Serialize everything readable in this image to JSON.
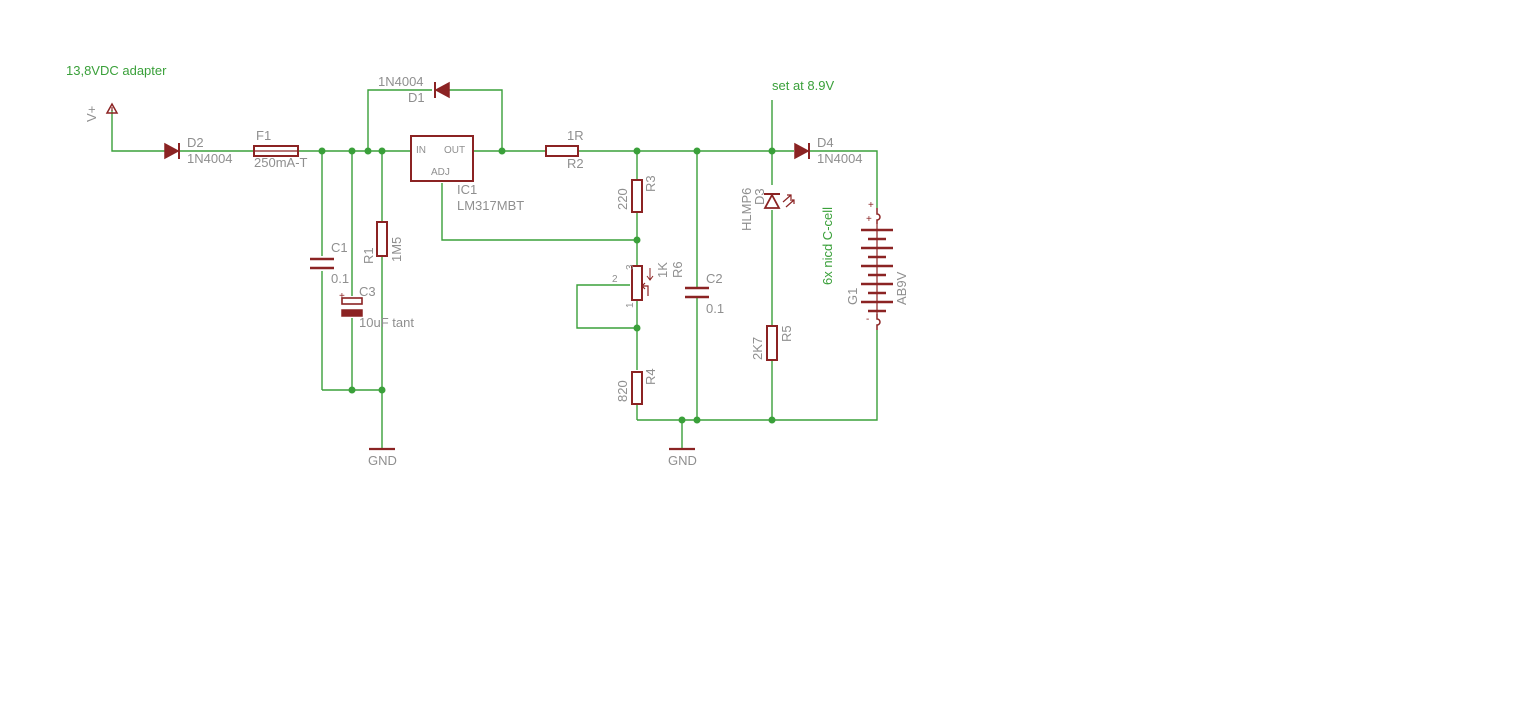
{
  "notes": {
    "adapter": "13,8VDC adapter",
    "set_voltage": "set at 8.9V",
    "battery_desc": "6x nicd C-cell"
  },
  "supply": {
    "name": "V+"
  },
  "components": {
    "d2": {
      "name": "D2",
      "value": "1N4004"
    },
    "f1": {
      "name": "F1",
      "value": "250mA-T"
    },
    "d1": {
      "name": "D1",
      "value": "1N4004"
    },
    "ic1": {
      "name": "IC1",
      "value": "LM317MBT",
      "pin_in": "IN",
      "pin_out": "OUT",
      "pin_adj": "ADJ"
    },
    "r2": {
      "name": "R2",
      "value": "1R"
    },
    "r3": {
      "name": "R3",
      "value": "220"
    },
    "r6": {
      "name": "R6",
      "value": "1K",
      "pin1": "1",
      "pin2": "2",
      "pin3": "3"
    },
    "r4": {
      "name": "R4",
      "value": "820"
    },
    "c1": {
      "name": "C1",
      "value": "0.1"
    },
    "c2": {
      "name": "C2",
      "value": "0.1"
    },
    "c3": {
      "name": "C3",
      "value": "10uF tant",
      "polarity": "+"
    },
    "r1": {
      "name": "R1",
      "value": "1M5"
    },
    "d3": {
      "name": "D3",
      "value": "HLMP6"
    },
    "r5": {
      "name": "R5",
      "value": "2K7"
    },
    "d4": {
      "name": "D4",
      "value": "1N4004"
    },
    "g1": {
      "name": "G1",
      "value": "AB9V",
      "plus": "+",
      "minus": "-"
    }
  },
  "grounds": {
    "left": "GND",
    "right": "GND"
  },
  "colors": {
    "wire": "#3aa03a",
    "part": "#8b2323",
    "label": "#8f8f8f"
  }
}
